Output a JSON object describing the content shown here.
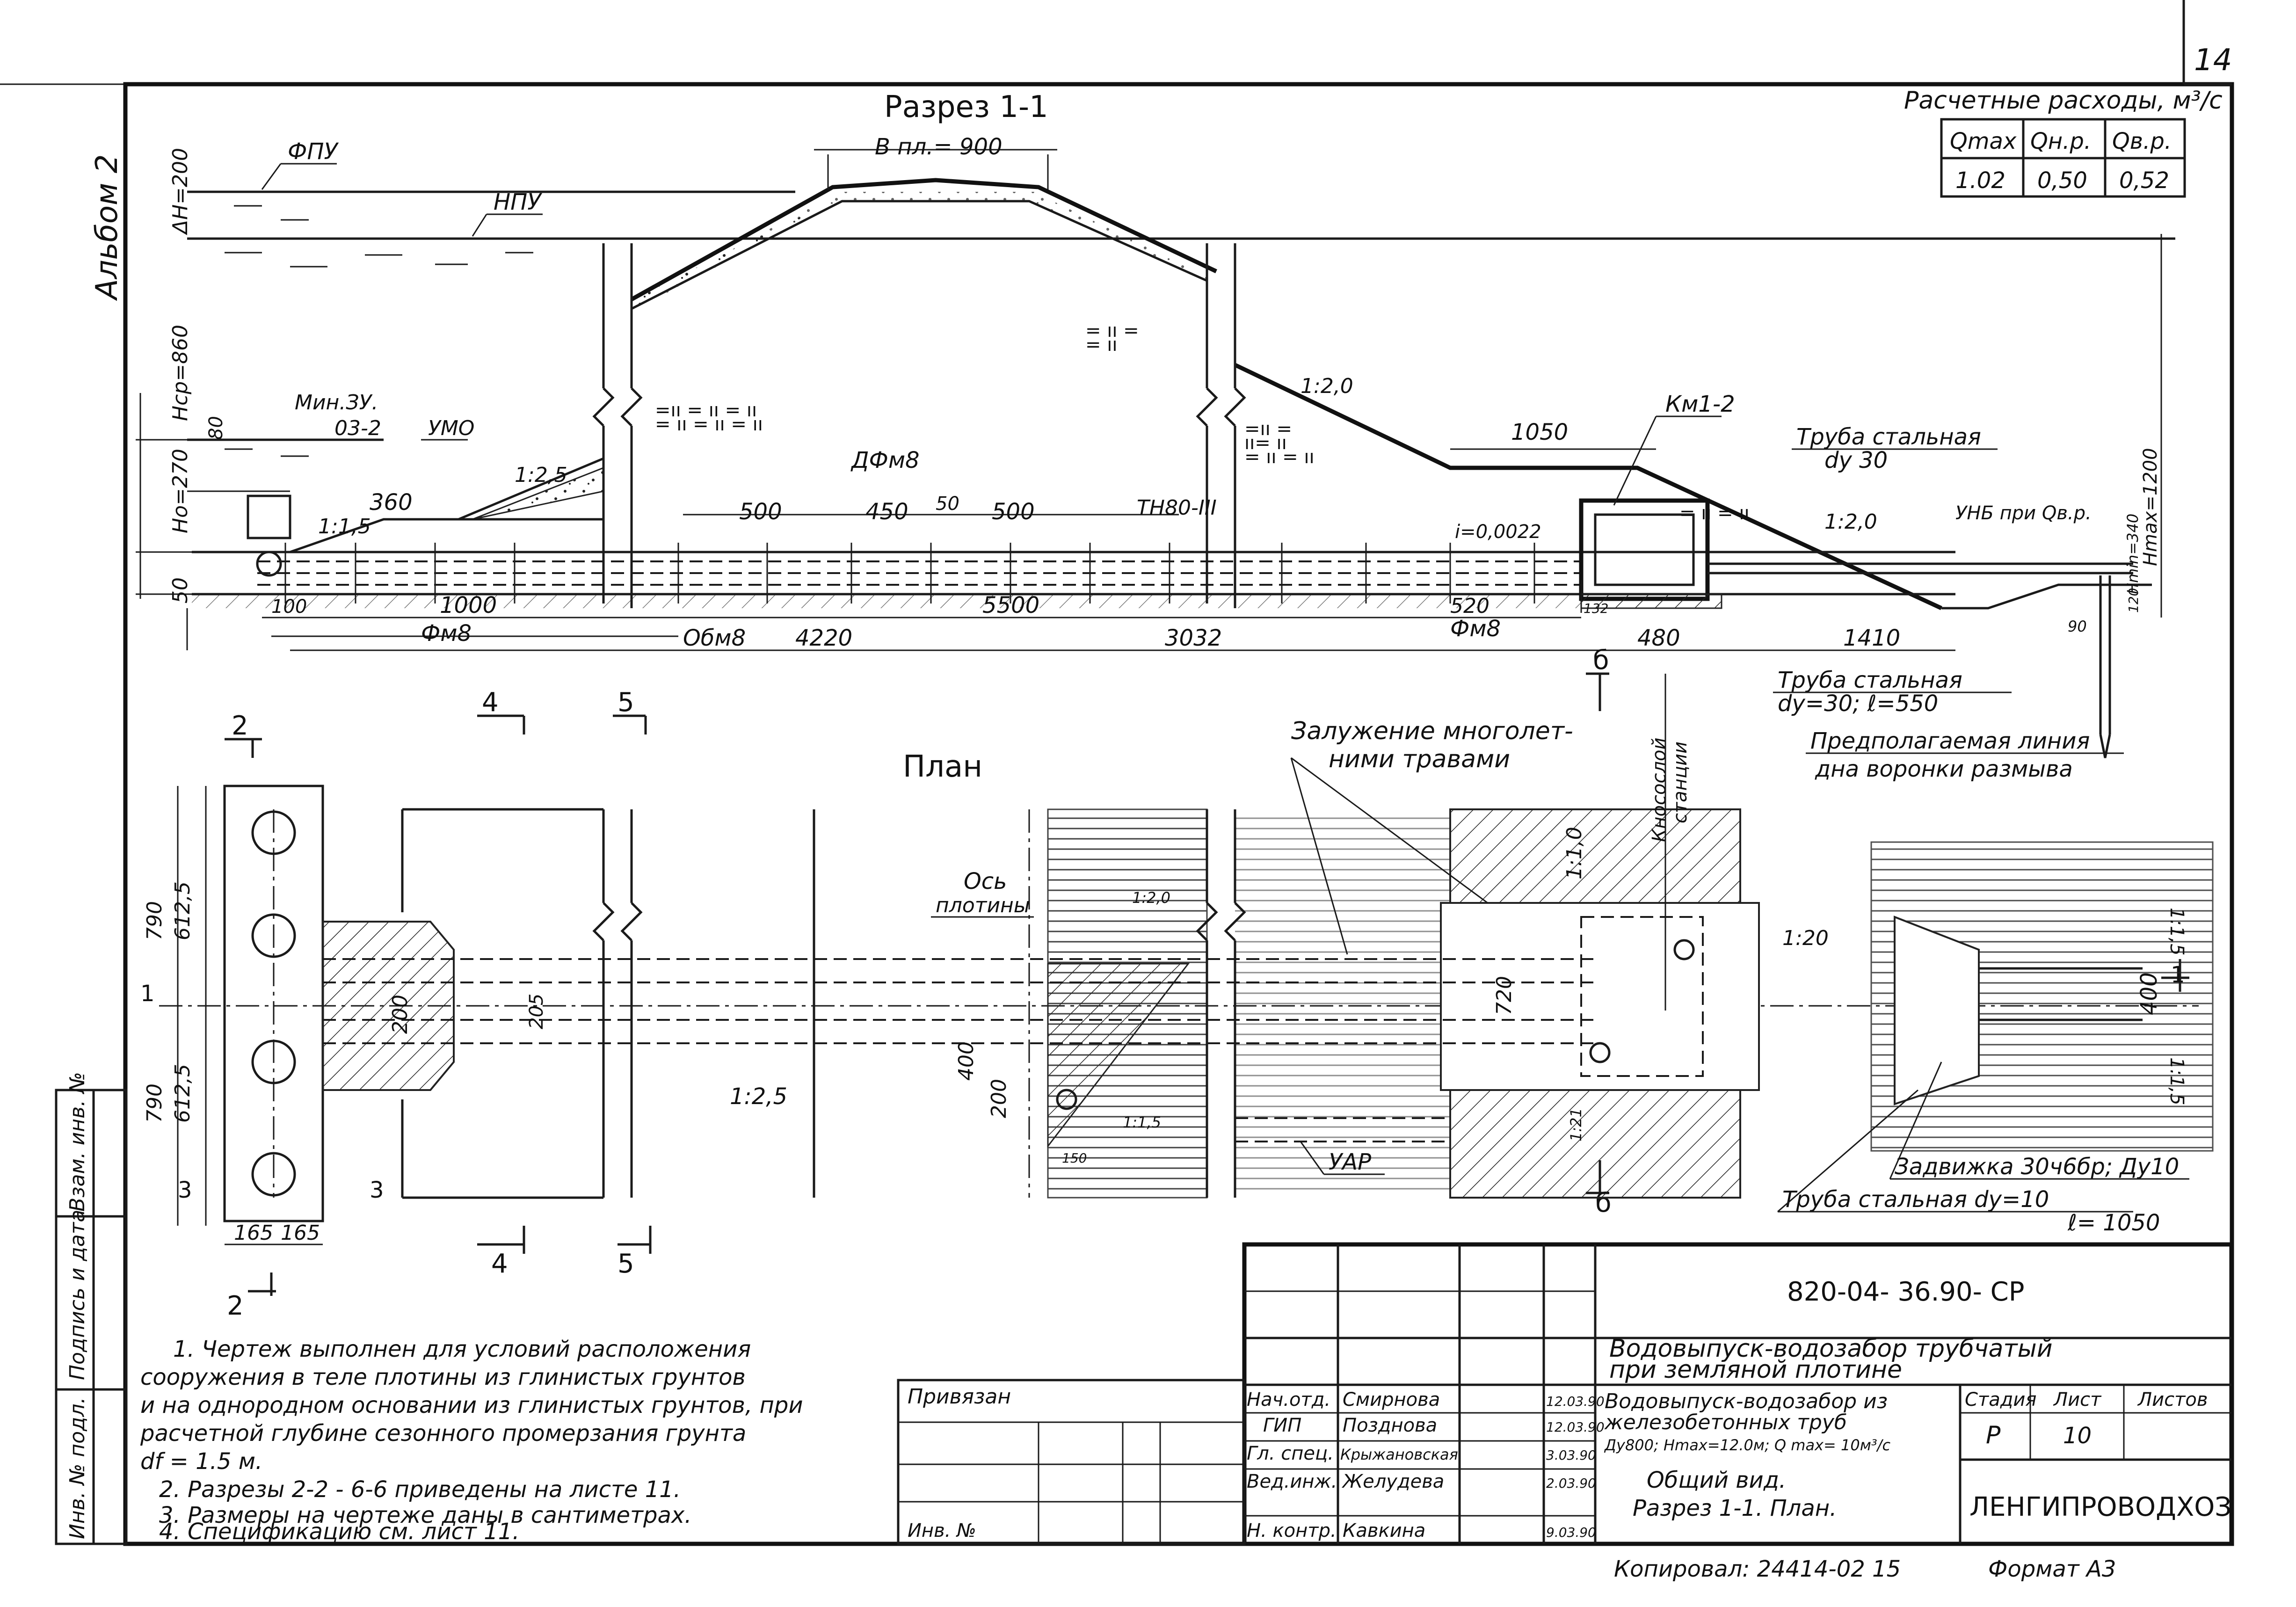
{
  "sheet": {
    "page_number": "14",
    "album": "Альбом 2",
    "section_title": "Разрез 1-1",
    "plan_title": "План"
  },
  "flow_table": {
    "caption": "Расчетные расходы, м³/с",
    "headers": [
      "Qmax",
      "Qн.р.",
      "Qв.р."
    ],
    "values": [
      "1.02",
      "0,50",
      "0,52"
    ]
  },
  "section_labels": {
    "fpu": "ФПУ",
    "npu": "НПУ",
    "dh": "ΔН=200",
    "b_crest": "В пл.= 900",
    "hsr": "Нср=860",
    "h0": "Но=270",
    "min_zu": "Мин.ЗУ.",
    "o3": "03-2",
    "umo": "УМО",
    "dim80": "80",
    "dim50": "50",
    "slope_25": "1:2,5",
    "slope_15": "1:1,5",
    "slope_20a": "1:2,0",
    "slope_20b": "1:2,0",
    "dim360": "360",
    "dim100": "100",
    "dim1000": "1000",
    "fm8a": "Фм8",
    "fm8b": "Фм8",
    "df_m8": "ДФм8",
    "ob_m8": "Обм8",
    "d500a": "500",
    "d450": "450",
    "d50b": "50",
    "d500b": "500",
    "tn80": "ТН80-III",
    "slope_i": "i=0,0022",
    "d5500": "5500",
    "d4220": "4220",
    "d3032": "3032",
    "km12": "Км1-2",
    "d1050": "1050",
    "d520": "520",
    "d480": "480",
    "d1410": "1410",
    "d132": "132",
    "d90": "90",
    "pipe_steel": "Труба стальная",
    "dy30": "dу 30",
    "unb": "УНБ при Qв.р.",
    "hmax": "Нmax=1200",
    "hmin": "Нmin=340",
    "d120": "120",
    "pipe_steel2": "Труба стальная",
    "dy30_l550": "dу=30; ℓ=550",
    "erosion_line_1": "Предполагаемая линия",
    "erosion_line_2": "дна воронки размыва"
  },
  "plan_labels": {
    "grass_1": "Залужение многолет-",
    "grass_2": "ними травами",
    "kosnoy": "Кносослой",
    "stantsii": "станции",
    "axis_1": "Ось",
    "axis_2": "плотины",
    "d790a": "790",
    "d6125a": "612,5",
    "d790b": "790",
    "d6125b": "612,5",
    "d165a": "165",
    "d165b": "165",
    "d200a": "200",
    "d205": "205",
    "d400": "400",
    "d200b": "200",
    "d720": "720",
    "d400b": "400",
    "slope_25p": "1:2,5",
    "slope_15p": "1:1,5",
    "slope_20p": "1:2,0",
    "slope_10": "1:1,0",
    "slope_20c": "1:20",
    "slope_21": "1:21",
    "slope_15b": "1:1,5",
    "slope_15c": "1:1,5",
    "d150": "150",
    "uar": "УАР",
    "valve": "Задвижка 30ч6бр; Ду10",
    "pipe_dy10": "Труба стальная dу=10",
    "l1050": "ℓ= 1050",
    "cut2": "2",
    "cut3": "3",
    "cut4": "4",
    "cut5": "5",
    "cut6": "б",
    "cut1": "1"
  },
  "notes": [
    "1. Чертеж выполнен для условий расположения",
    "сооружения в теле плотины из глинистых грунтов",
    "и на однородном основании из глинистых грунтов, при",
    "расчетной глубине сезонного промерзания грунта",
    "df = 1.5 м.",
    "2. Разрезы 2-2 - 6-6 приведены на листе 11.",
    "3. Размеры на чертеже даны в сантиметрах.",
    "4. Спецификацию см. лист 11."
  ],
  "left_stamp": [
    "Взам. инв. №",
    "Подпись и дата",
    "Инв. № подл."
  ],
  "title_block": {
    "code": "820-04- 36.90- СР",
    "title_1": "Водовыпуск-водозабор трубчатый",
    "title_2": "при земляной плотине",
    "desc_1": "Водовыпуск-водозабор из",
    "desc_2": "железобетонных труб",
    "desc_3": "Ду800; Нmax=12.0м; Q max= 10м³/с",
    "desc_4": "Общий вид.",
    "desc_5": "Разрез 1-1. План.",
    "stage_h": "Стадия",
    "sheet_h": "Лист",
    "sheets_h": "Листов",
    "stage": "Р",
    "sheet": "10",
    "org": "ЛЕНГИПРОВОДХОЗ",
    "privyazan": "Привязан",
    "inv": "Инв. №",
    "roles": [
      {
        "role": "Нач.отд.",
        "name": "Смирнова",
        "date": "12.03.90"
      },
      {
        "role": "ГИП",
        "name": "Позднова",
        "date": "12.03.90"
      },
      {
        "role": "Гл. спец.",
        "name": "Крыжановская",
        "date": "3.03.90"
      },
      {
        "role": "Вед.инж.",
        "name": "Желудева",
        "date": "2.03.90"
      },
      {
        "role": "Н. контр.",
        "name": "Кавкина",
        "date": "9.03.90"
      }
    ],
    "copied": "Копировал: 24414-02 15",
    "format": "Формат А3"
  }
}
